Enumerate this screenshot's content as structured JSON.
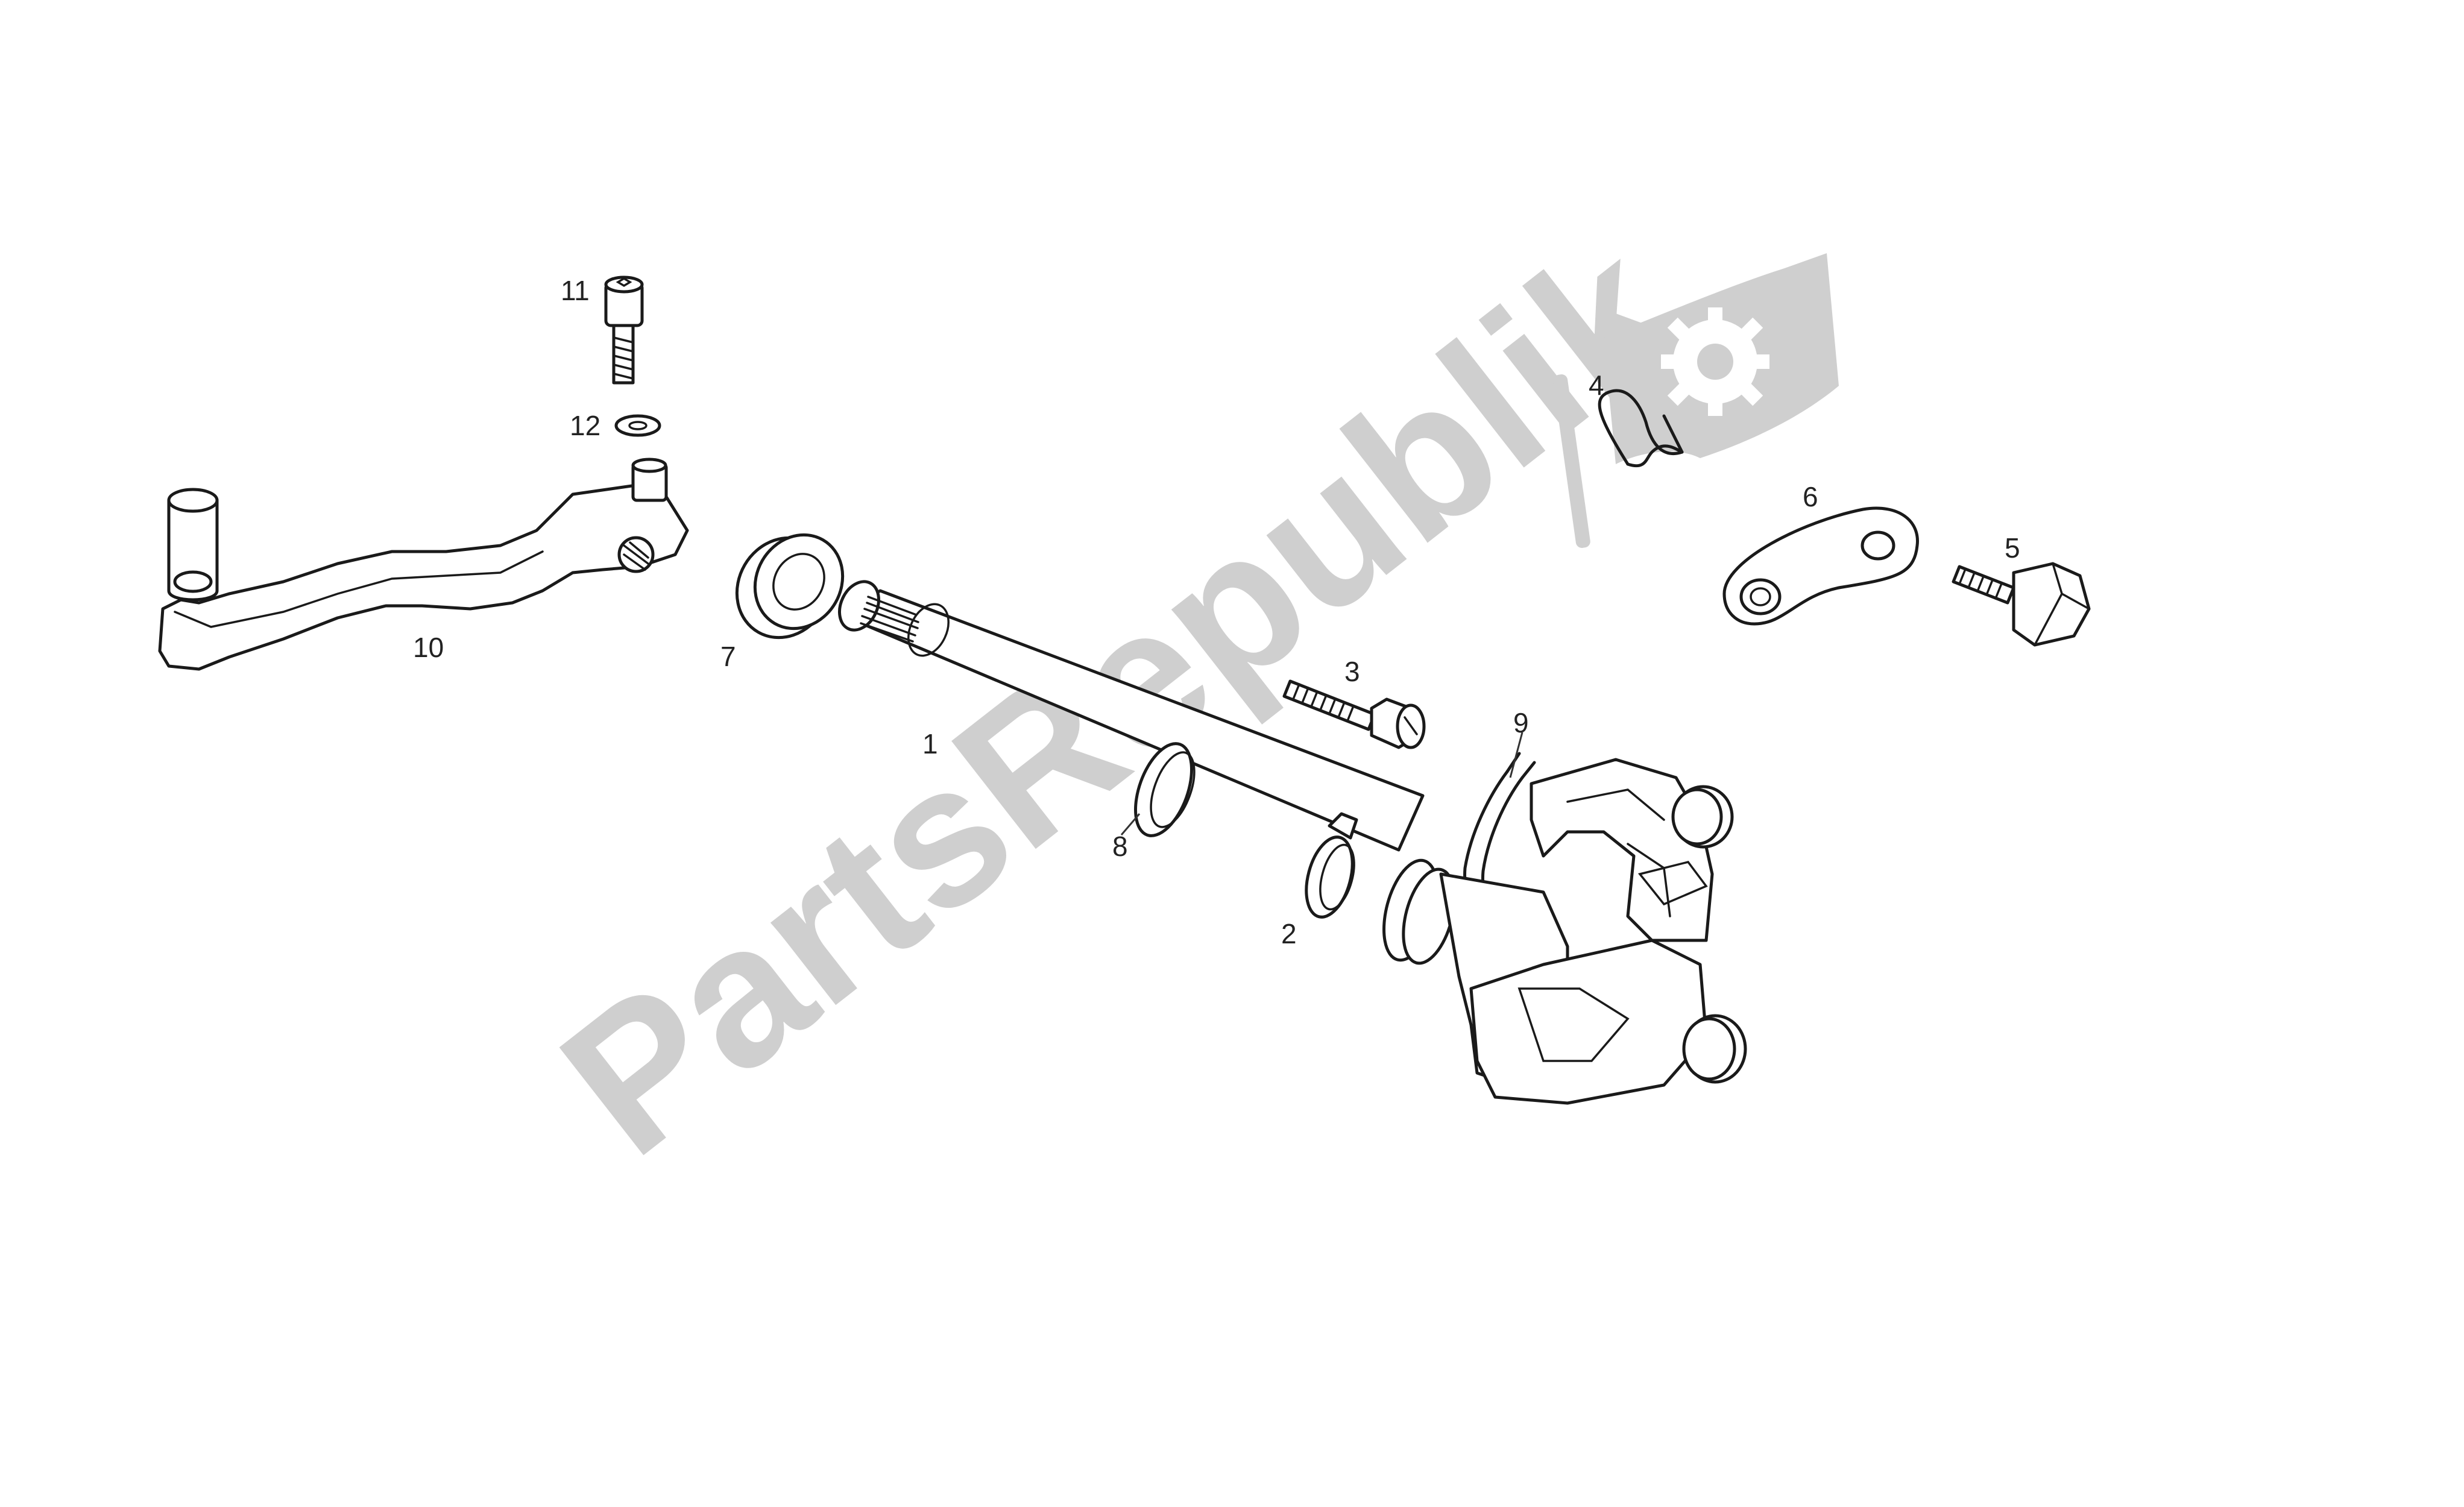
{
  "watermark": {
    "text": "PartsRepublik",
    "color": "#cfcfcf",
    "logo_icon": "gear-flag-logo"
  },
  "callouts": [
    {
      "id": "1",
      "label": "1"
    },
    {
      "id": "2",
      "label": "2"
    },
    {
      "id": "3",
      "label": "3"
    },
    {
      "id": "4",
      "label": "4"
    },
    {
      "id": "5",
      "label": "5"
    },
    {
      "id": "6",
      "label": "6"
    },
    {
      "id": "7",
      "label": "7"
    },
    {
      "id": "8",
      "label": "8"
    },
    {
      "id": "9",
      "label": "9"
    },
    {
      "id": "10",
      "label": "10"
    },
    {
      "id": "11",
      "label": "11"
    },
    {
      "id": "12",
      "label": "12"
    }
  ]
}
